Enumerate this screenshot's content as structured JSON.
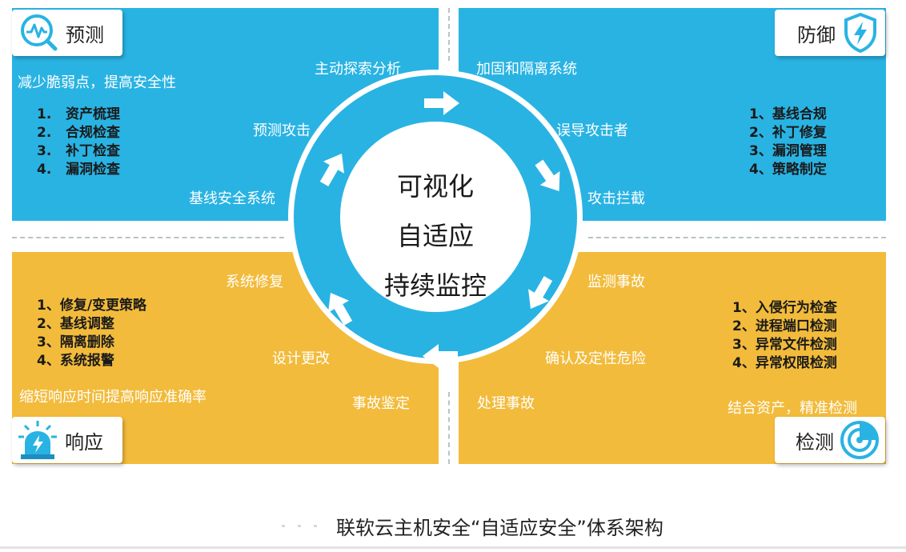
{
  "center": {
    "lines": [
      "可视化",
      "自适应",
      "持续监控"
    ]
  },
  "quadrants": {
    "predict": {
      "label": "预测",
      "icon": "pulse-search-icon",
      "goal": "减少脆弱点，提高安全性",
      "items": [
        {
          "num": "1.",
          "text": "资产梳理"
        },
        {
          "num": "2.",
          "text": "合规检查"
        },
        {
          "num": "3.",
          "text": "补丁检查"
        },
        {
          "num": "4.",
          "text": "漏洞检查"
        }
      ],
      "ring_labels": [
        "主动探索分析",
        "预测攻击",
        "基线安全系统"
      ]
    },
    "defend": {
      "label": "防御",
      "icon": "shield-bolt-icon",
      "items": [
        {
          "num": "1、",
          "text": "基线合规"
        },
        {
          "num": "2、",
          "text": "补丁修复"
        },
        {
          "num": "3、",
          "text": "漏洞管理"
        },
        {
          "num": "4、",
          "text": "策略制定"
        }
      ],
      "ring_labels": [
        "加固和隔离系统",
        "误导攻击者",
        "攻击拦截"
      ]
    },
    "respond": {
      "label": "响应",
      "icon": "siren-icon",
      "goal": "缩短响应时间提高响应准确率",
      "items": [
        {
          "num": "1、",
          "text": "修复/变更策略"
        },
        {
          "num": "2、",
          "text": "基线调整"
        },
        {
          "num": "3、",
          "text": "隔离删除"
        },
        {
          "num": "4、",
          "text": "系统报警"
        }
      ],
      "ring_labels": [
        "系统修复",
        "设计更改",
        "事故鉴定"
      ]
    },
    "detect": {
      "label": "检测",
      "icon": "radar-icon",
      "goal": "结合资产，精准检测",
      "items": [
        {
          "num": "1、",
          "text": "入侵行为检查"
        },
        {
          "num": "2、",
          "text": "进程端口检测"
        },
        {
          "num": "3、",
          "text": "异常文件检测"
        },
        {
          "num": "4、",
          "text": "异常权限检测"
        }
      ],
      "ring_labels": [
        "监测事故",
        "确认及定性危险",
        "处理事故"
      ]
    }
  },
  "caption": "联软云主机安全“自适应安全”体系架构",
  "colors": {
    "blue": "#29b3e3",
    "yellow": "#f2bb3b",
    "white": "#ffffff"
  }
}
